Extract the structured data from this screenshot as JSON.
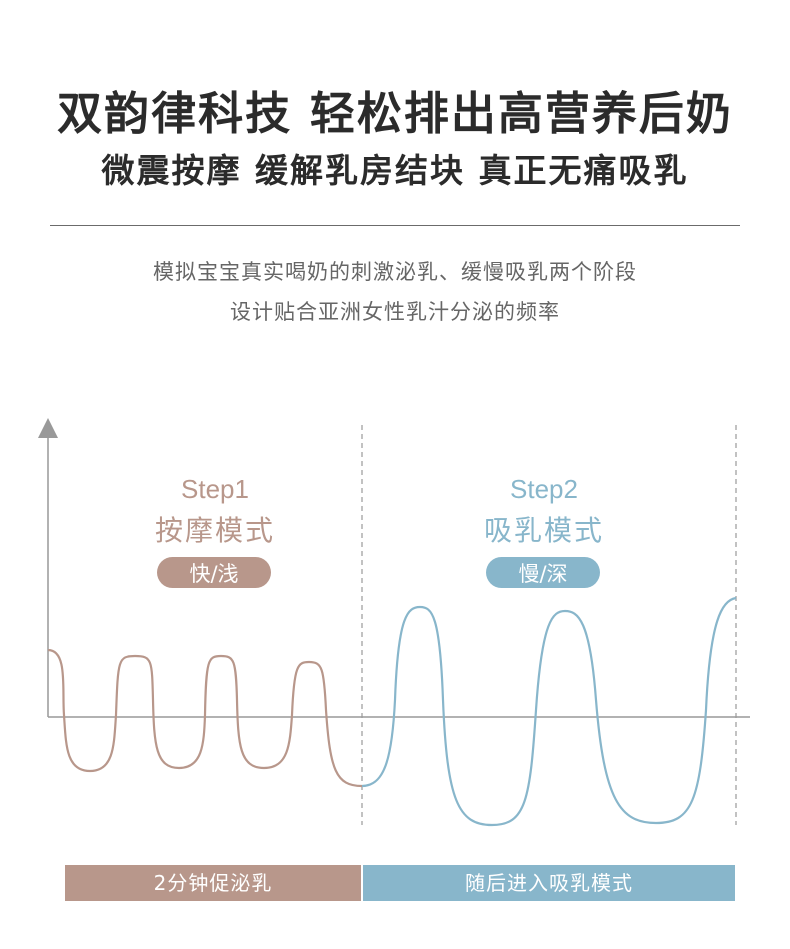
{
  "header": {
    "title": "双韵律科技 轻松排出高营养后奶",
    "subtitle": "微震按摩 缓解乳房结块 真正无痛吸乳"
  },
  "description": {
    "line1": "模拟宝宝真实喝奶的刺激泌乳、缓慢吸乳两个阶段",
    "line2": "设计贴合亚洲女性乳汁分泌的频率"
  },
  "colors": {
    "step1": "#b8978b",
    "step2": "#88b6cb",
    "axis": "#999999"
  },
  "steps": [
    {
      "step_label": "Step1",
      "mode": "按摩模式",
      "badge": "快/浅"
    },
    {
      "step_label": "Step2",
      "mode": "吸乳模式",
      "badge": "慢/深"
    }
  ],
  "timeline": {
    "left": "2分钟促泌乳",
    "right": "随后进入吸乳模式"
  }
}
